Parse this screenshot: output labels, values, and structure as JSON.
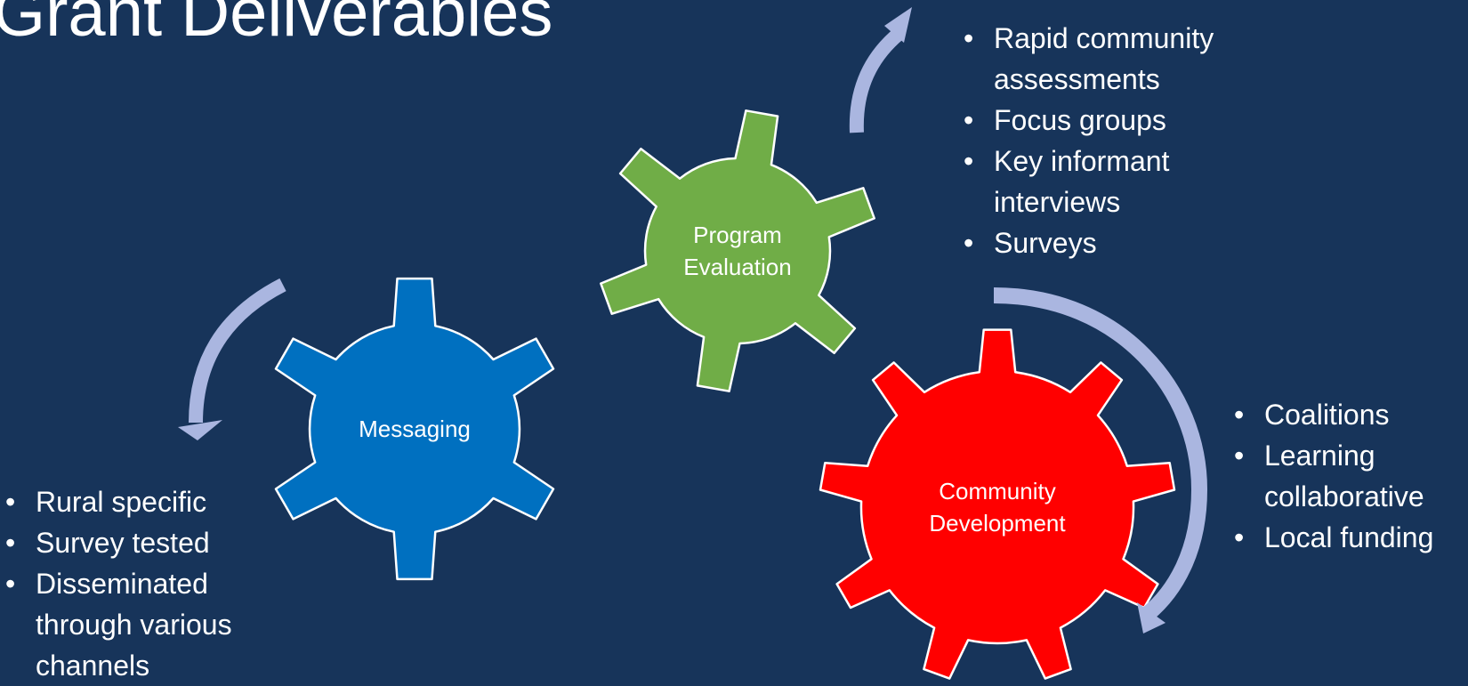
{
  "slide": {
    "title": "Grant Deliverables",
    "background": "#17345a"
  },
  "gears": [
    {
      "id": "messaging",
      "label": "Messaging",
      "color": "#0070c0"
    },
    {
      "id": "evaluation",
      "label": "Program\nEvaluation",
      "color": "#70ad47"
    },
    {
      "id": "community",
      "label": "Community\nDevelopment",
      "color": "#ff0000"
    }
  ],
  "arrows": {
    "color": "#aab6e0"
  },
  "lists": {
    "evaluation": [
      "Rapid community\nassessments",
      "Focus groups",
      "Key informant\ninterviews",
      "Surveys"
    ],
    "community": [
      "Coalitions",
      "Learning\ncollaborative",
      "Local funding"
    ],
    "messaging": [
      "Rural specific",
      "Survey tested",
      "Disseminated\nthrough various\nchannels"
    ]
  }
}
